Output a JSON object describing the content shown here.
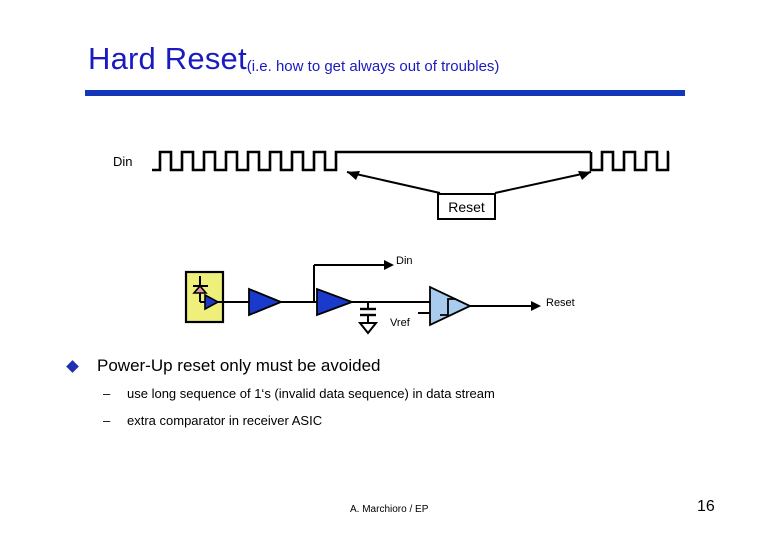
{
  "slide": {
    "title_main": "Hard Reset",
    "title_sub": "(i.e. how to get always out of troubles)",
    "accent_color": "#1436B8",
    "title_color": "#1A1AC0"
  },
  "waveform": {
    "signal_label": "Din",
    "callout_label": "Reset",
    "pulses_before": 9,
    "pulses_after": 4,
    "description": "Din square wave, long high interval (reset), then square wave resumes"
  },
  "circuit": {
    "labels": {
      "din": "Din",
      "vref": "Vref",
      "reset": "Reset"
    },
    "blocks": [
      {
        "name": "optical-receiver",
        "fill": "#EFEF7B",
        "symbol": "photodiode-and-preamp"
      },
      {
        "name": "amplifier-1",
        "fill": "#1A3ACC",
        "symbol": "triangle-amp"
      },
      {
        "name": "amplifier-2",
        "fill": "#1A3ACC",
        "symbol": "triangle-amp"
      },
      {
        "name": "capacitor-to-ground",
        "symbol": "cap-gnd"
      },
      {
        "name": "comparator",
        "fill": "#A8CBEE",
        "symbol": "schmitt-trigger"
      }
    ]
  },
  "bullets": {
    "level1": "Power-Up reset only must be avoided",
    "level2": [
      "use long sequence of 1‘s (invalid data sequence) in data stream",
      "extra comparator in receiver ASIC"
    ],
    "dash": "–"
  },
  "footer": {
    "author": "A. Marchioro / EP",
    "page_number": "16"
  }
}
